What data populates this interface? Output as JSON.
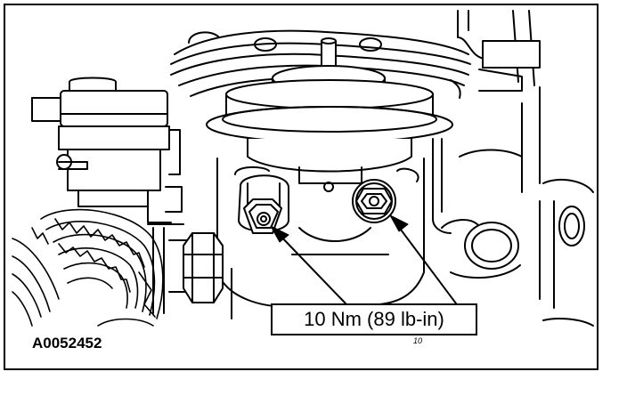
{
  "figure": {
    "torque_label": "10 Nm (89 lb-in)",
    "figure_id": "A0052452",
    "corner_marks": "10"
  }
}
